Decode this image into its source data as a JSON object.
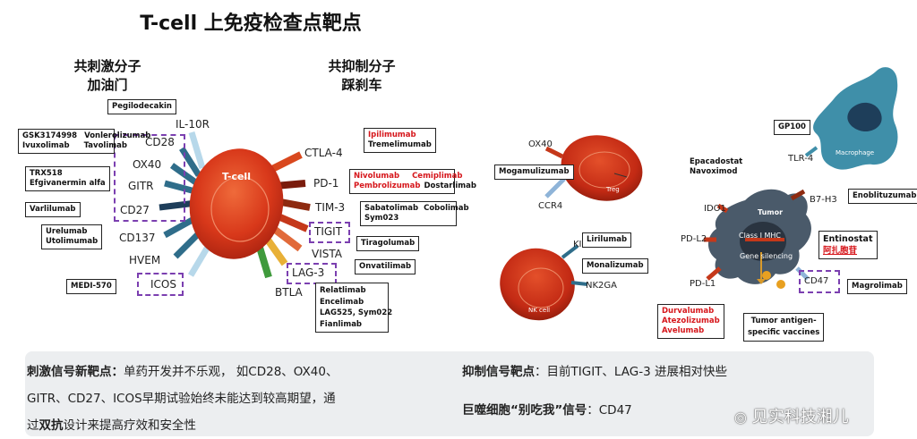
{
  "title": "T-cell 上免疫检查点靶点",
  "headers": {
    "costim_1": "共刺激分子",
    "costim_2": "加油门",
    "inhib_1": "共抑制分子",
    "inhib_2": "踩刹车"
  },
  "tcell_label": "T-cell",
  "left_receptors": {
    "il10r": "IL-10R",
    "cd28": "CD28",
    "ox40": "OX40",
    "gitr": "GITR",
    "cd27": "CD27",
    "cd137": "CD137",
    "hvem": "HVEM",
    "icos": "ICOS"
  },
  "right_receptors": {
    "ctla4": "CTLA-4",
    "pd1": "PD-1",
    "tim3": "TIM-3",
    "tigit": "TIGIT",
    "vista": "VISTA",
    "lag3": "LAG-3",
    "btla": "BTLA"
  },
  "left_boxes": {
    "pegilodecakin": "Pegilodecakin",
    "cd28_a": "GSK3174998",
    "cd28_b": "Vonlerolizumab",
    "cd28_c": "Ivuxolimab",
    "cd28_d": "Tavolimab",
    "gitr_a": "TRX518",
    "gitr_b": "Efgivanermin alfa",
    "varlilumab": "Varlilumab",
    "cd137_a": "Urelumab",
    "cd137_b": "Utolimumab",
    "medi570": "MEDI-570"
  },
  "right_boxes": {
    "ctla4_a": "Ipilimumab",
    "ctla4_b": "Tremelimumab",
    "pd1_a": "Nivolumab",
    "pd1_b": "Cemiplimab",
    "pd1_c": "Pembrolizumab",
    "pd1_d": "Dostarlimab",
    "tim3_a": "Sabatolimab",
    "tim3_b": "Cobolimab",
    "tim3_c": "Sym023",
    "tiragolumab": "Tiragolumab",
    "onvatilimab": "Onvatilimab",
    "lag3_a": "Relatlimab",
    "lag3_b": "Encelimab",
    "lag3_c": "LAG525, Sym022",
    "lag3_d": "Fianlimab"
  },
  "treg": {
    "ox40": "OX40",
    "mogamulizumab": "Mogamulizumab",
    "ccr4": "CCR4",
    "label": "Treg"
  },
  "nk": {
    "kir": "KIR",
    "lirilumab": "Lirilumab",
    "monalizumab": "Monalizumab",
    "nk2ga": "NK2GA",
    "label": "NK cell"
  },
  "macrophage": {
    "gp100": "GP100",
    "tlr4": "TLR-4",
    "label": "Macrophage"
  },
  "tumor": {
    "ido_box_a": "Epacadostat",
    "ido_box_b": "Navoximod",
    "ido1": "IDO1",
    "b7h3": "B7-H3",
    "enoblituzumab": "Enoblituzumab",
    "label": "Tumor",
    "mhc": "Class I MHC",
    "silencing": "Gene silencing",
    "pdl2": "PD-L2",
    "pdl1": "PD-L1",
    "entinostat": "Entinostat",
    "azacitidine": "阿扎胞苷",
    "cd47": "CD47",
    "magrolimab": "Magrolimab",
    "pdl1_a": "Durvalumab",
    "pdl1_b": "Atezolizumab",
    "pdl1_c": "Avelumab",
    "vaccine_1": "Tumor antigen-",
    "vaccine_2": "specific vaccines"
  },
  "bottom": {
    "left_bold": "刺激信号新靶点：",
    "left_1": "单药开发并不乐观， 如CD28、OX40、",
    "left_2": "GITR、CD27、ICOS早期试验始终未能达到较高期望，通",
    "left_3a": "过",
    "left_3b": "双抗",
    "left_3c": "设计来提高疗效和安全性",
    "right_1_bold": "抑制信号靶点",
    "right_1": "：目前TIGIT、LAG-3 进展相对快些",
    "right_2_bold": "巨噬细胞“别吃我”信号",
    "right_2": "：CD47"
  },
  "watermark": "见实科技湘儿",
  "colors": {
    "tcell": "#d63a1a",
    "cell_red": "#c93418",
    "tumor": "#4a5a6a",
    "macrophage": "#3f8fa9",
    "dash": "#7b3fb0",
    "red_text": "#d6161b"
  }
}
